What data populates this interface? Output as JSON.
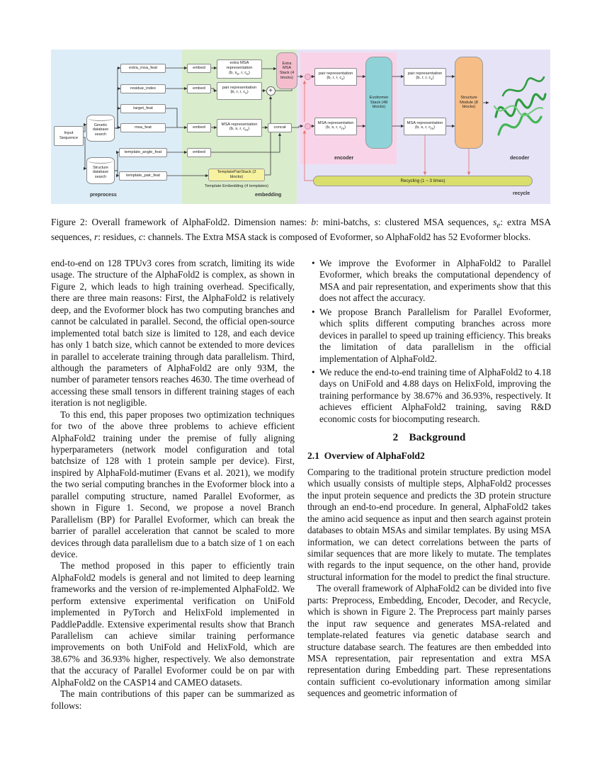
{
  "figure": {
    "labels": {
      "preprocess": "preprocess",
      "embedding_region": "embedding",
      "encoder": "encoder",
      "decoder": "decoder",
      "recycle": "recycle"
    },
    "nodes": {
      "input_sequence": "Input Sequence",
      "genetic_db": "Genetic database search",
      "structure_db": "Structure database search",
      "extra_msa_feat": "extra_msa_feat",
      "residue_index": "residue_index",
      "target_feat": "target_feat",
      "msa_feat": "msa_feat",
      "template_angle_feat": "template_angle_feat",
      "template_pair_feat": "template_pair_feat",
      "embed": "embed",
      "concat": "concat",
      "plus": "+",
      "extra_msa_rep_title": "extra MSA representation",
      "extra_msa_rep_dims_html": "(b, s<sub>e</sub>, r, c<sub>e</sub>)",
      "pair_rep_title": "pair representation",
      "pair_rep_dims_html": "(b, r, r, c<sub>z</sub>)",
      "msa_rep_title": "MSA representation",
      "msa_rep_dims_html": "(b, s, r, c<sub>m</sub>)",
      "extra_msa_stack": "Extra MSA Stack (4 blocks)",
      "template_pair_stack": "TemplatePairStack (2 blocks)",
      "template_embedding": "Template Embedding (4 templates)",
      "evoformer_stack": "Evoformer Stack (48 blocks)",
      "structure_module": "Structure Module (8 blocks)",
      "recycling": "Recycling (1 ~ 3 times)"
    }
  },
  "caption_html": "Figure 2: Overall framework of AlphaFold2. Dimension names: <i>b</i>: mini-batchs, <i>s</i>: clustered MSA sequences, <i>s</i><sub><i>e</i></sub>: extra MSA sequences, <i>r</i>: residues, <i>c</i>: channels. The Extra MSA stack is composed of Evoformer, so AlphaFold2 has 52 Evoformer blocks.",
  "body": {
    "left": [
      "end-to-end on 128 TPUv3 cores from scratch, limiting its wide usage. The structure of the AlphaFold2 is complex, as shown in Figure 2, which leads to high training overhead. Specifically, there are three main reasons: First, the AlphaFold2 is relatively deep, and the Evoformer block has two computing branches and cannot be calculated in parallel. Second, the official open-source implemented total batch size is limited to 128, and each device has only 1 batch size, which cannot be extended to more devices in parallel to accelerate training through data parallelism. Third, although the parameters of AlphaFold2 are only 93M, the number of parameter tensors reaches 4630. The time overhead of accessing these small tensors in different training stages of each iteration is not negligible.",
      "To this end, this paper proposes two optimization techniques for two of the above three problems to achieve efficient AlphaFold2 training under the premise of fully aligning hyperparameters (network model configuration and total batchsize of 128 with 1 protein sample per device). First, inspired by AlphaFold-mutimer (Evans et al. 2021), we modify the two serial computing branches in the Evoformer block into a parallel computing structure, named Parallel Evoformer, as shown in Figure 1. Second, we propose a novel Branch Parallelism (BP) for Parallel Evoformer, which can break the barrier of parallel acceleration that cannot be scaled to more devices through data parallelism due to a batch size of 1 on each device.",
      "The method proposed in this paper to efficiently train AlphaFold2 models is general and not limited to deep learning frameworks and the version of re-implemented AlphaFold2. We perform extensive experimental verification on UniFold implemented in PyTorch and HelixFold implemented in PaddlePaddle. Extensive experimental results show that Branch Parallelism can achieve similar training performance improvements on both UniFold and HelixFold, which are 38.67% and 36.93% higher, respectively. We also demonstrate that the accuracy of Parallel Evoformer could be on par with AlphaFold2 on the CASP14 and CAMEO datasets.",
      "The main contributions of this paper can be summarized as follows:"
    ],
    "bullets": [
      "We improve the Evoformer in AlphaFold2 to Parallel Evoformer, which breaks the computational dependency of MSA and pair representation, and experiments show that this does not affect the accuracy.",
      "We propose Branch Parallelism for Parallel Evoformer, which splits different computing branches across more devices in parallel to speed up training efficiency. This breaks the limitation of data parallelism in the official implementation of AlphaFold2.",
      "We reduce the end-to-end training time of AlphaFold2 to 4.18 days on UniFold and 4.88 days on HelixFold, improving the training performance by 38.67% and 36.93%, respectively. It achieves efficient AlphaFold2 training, saving R&D economic costs for biocomputing research."
    ],
    "section_heading": "2 Background",
    "subsection_heading": "2.1 Overview of AlphaFold2",
    "right_paragraphs": [
      "Comparing to the traditional protein structure prediction model which usually consists of multiple steps, AlphaFold2 processes the input protein sequence and predicts the 3D protein structure through an end-to-end procedure. In general, AlphaFold2 takes the amino acid sequence as input and then search against protein databases to obtain MSAs and similar templates. By using MSA information, we can detect correlations between the parts of similar sequences that are more likely to mutate. The templates with regards to the input sequence, on the other hand, provide structural information for the model to predict the final structure.",
      "The overall framework of AlphaFold2 can be divided into five parts: Preprocess, Embedding, Encoder, Decoder, and Recycle, which is shown in Figure 2. The Preprocess part mainly parses the input raw sequence and generates MSA-related and template-related features via genetic database search and structure database search. The features are then embedded into MSA representation, pair representation and extra MSA representation during Embedding part. These representations contain sufficient co-evolutionary information among similar sequences and geometric information of"
    ]
  }
}
